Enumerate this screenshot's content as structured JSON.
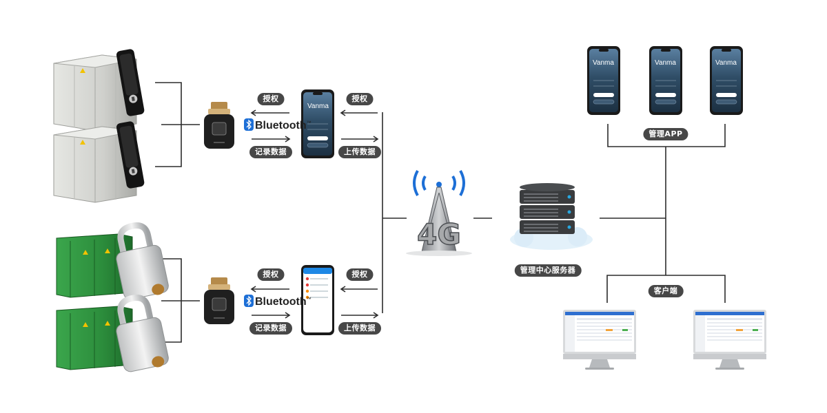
{
  "labels": {
    "authorize": "授权",
    "record_data": "记录数据",
    "upload_data": "上传数据",
    "bluetooth": "Bluetooth",
    "tm": "™",
    "management_app": "管理APP",
    "management_server": "管理中心服务器",
    "client": "客户端",
    "network": "4G",
    "brand": "Vanma"
  },
  "colors": {
    "pill": "#474747",
    "line": "#2b2b2b",
    "bluetooth": "#1d6fd6",
    "phone_screen": "#2f4d66",
    "cabinet_gray": "#cfd0cc",
    "cabinet_green": "#2c8d3c",
    "server": "#3a3c3e"
  },
  "icons": [
    "cabinet-gray",
    "swing-handle-lock",
    "cabinet-green",
    "padlock",
    "key-reader",
    "bluetooth-icon",
    "smartphone",
    "tower-4g",
    "server-cloud",
    "desktop-monitor"
  ]
}
